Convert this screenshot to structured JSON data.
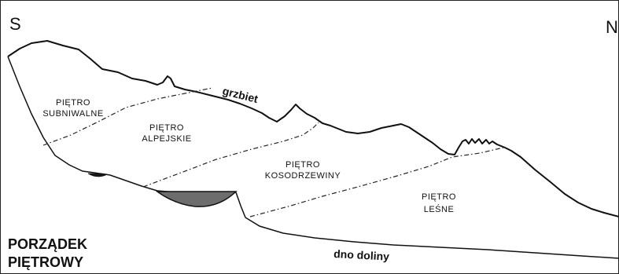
{
  "direction": {
    "left": "S",
    "right": "N"
  },
  "title": {
    "line1": "PORZĄDEK",
    "line2": "PIĘTROWY"
  },
  "features": {
    "ridge": "grzbiet",
    "valley_floor": "dno doliny"
  },
  "zones": [
    {
      "line1": "PIĘTRO",
      "line2": "SUBNIWALNE"
    },
    {
      "line1": "PIĘTRO",
      "line2": "ALPEJSKIE"
    },
    {
      "line1": "PIĘTRO",
      "line2": "KOSODRZEWINY"
    },
    {
      "line1": "PIĘTRO",
      "line2": "LEŚNE"
    }
  ]
}
